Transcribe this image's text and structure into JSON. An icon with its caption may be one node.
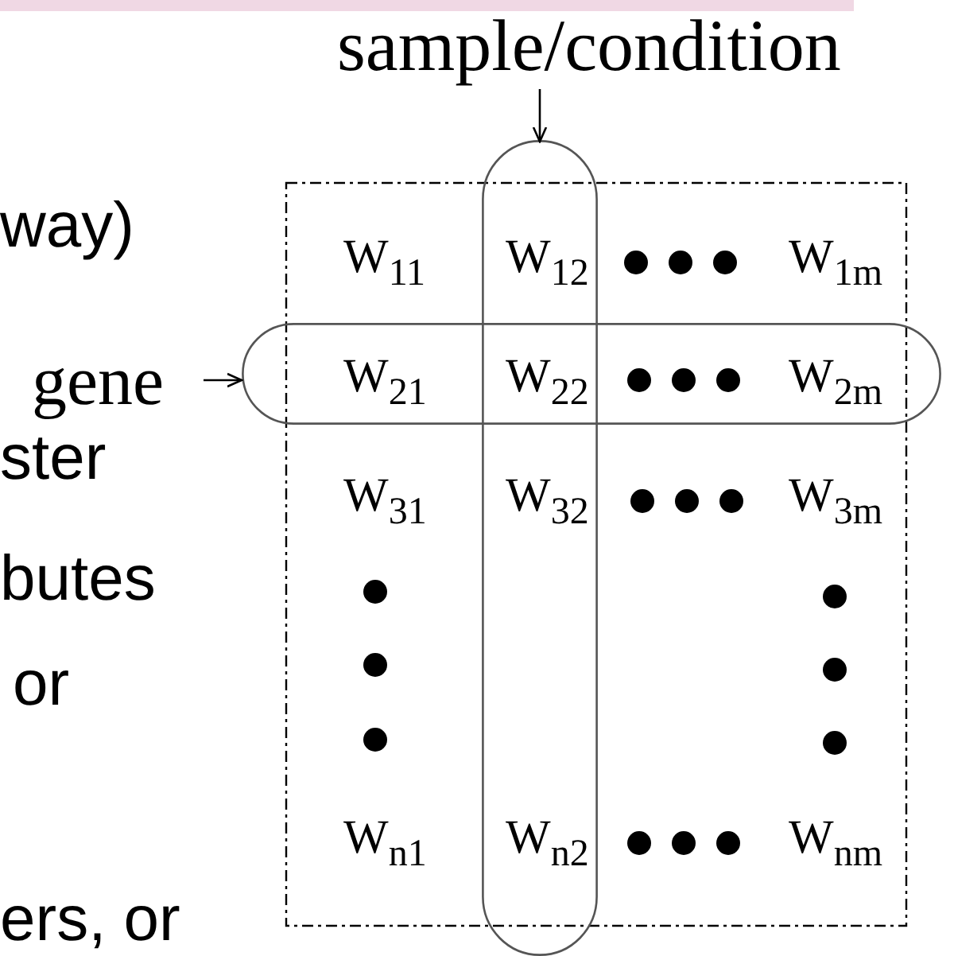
{
  "diagram": {
    "nodes": [
      {
        "text": [
          "sample/condition"
        ]
      },
      {
        "text": [],
        "shape": "oval"
      },
      {
        "text": [
          "gene"
        ]
      },
      {
        "text": [],
        "shape": "oval"
      }
    ],
    "edges": [
      {
        "from": 0,
        "to": 1,
        "arrow": "to"
      },
      {
        "from": 2,
        "to": 3,
        "arrow": "to"
      }
    ],
    "labels": [
      "way)",
      "ster",
      "butes",
      "or",
      "ers, or",
      "W$_{11}$",
      "W$_{12}$",
      "W$_{1m}$",
      "W$_{21}$",
      "W$_{22}$",
      "W$_{2m}$",
      "W$_{31}$",
      "W$_{32}$",
      "W$_{3m}$",
      "W$_{n1}$",
      "W$_{n2}$",
      "W$_{nm}$"
    ]
  }
}
